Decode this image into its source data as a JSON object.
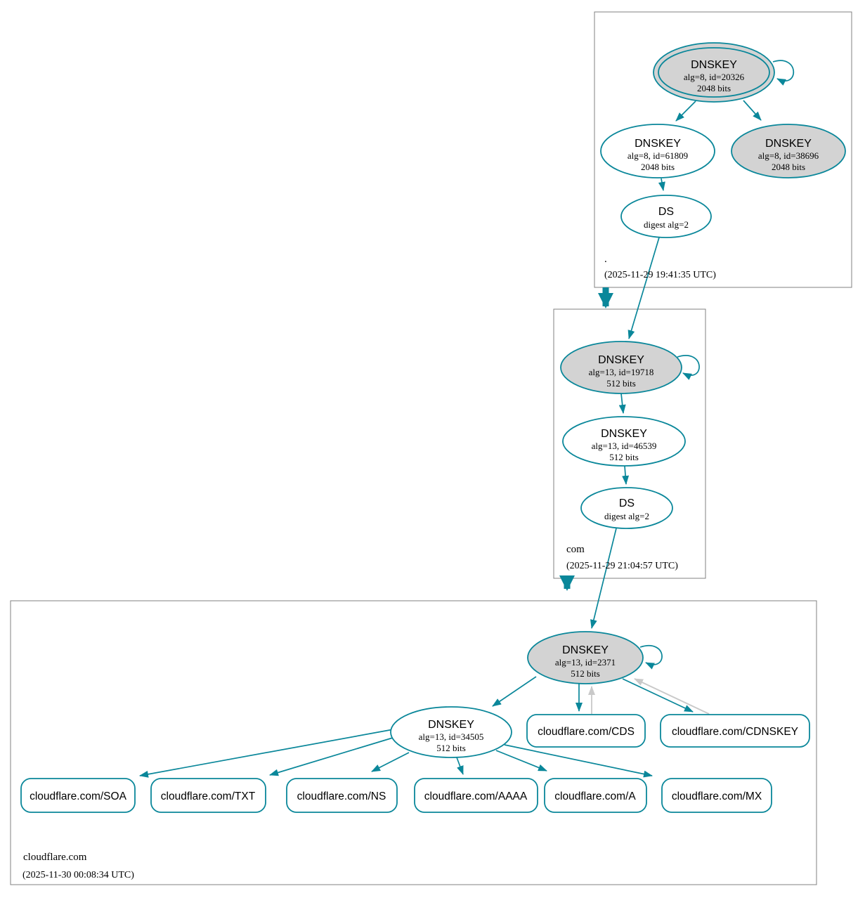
{
  "zones": {
    "root": {
      "name": ".",
      "timestamp": "(2025-11-29 19:41:35 UTC)",
      "ksk": {
        "title": "DNSKEY",
        "detail": "alg=8, id=20326",
        "bits": "2048 bits"
      },
      "zsk": {
        "title": "DNSKEY",
        "detail": "alg=8, id=61809",
        "bits": "2048 bits"
      },
      "ksk2": {
        "title": "DNSKEY",
        "detail": "alg=8, id=38696",
        "bits": "2048 bits"
      },
      "ds": {
        "title": "DS",
        "detail": "digest alg=2"
      }
    },
    "com": {
      "name": "com",
      "timestamp": "(2025-11-29 21:04:57 UTC)",
      "ksk": {
        "title": "DNSKEY",
        "detail": "alg=13, id=19718",
        "bits": "512 bits"
      },
      "zsk": {
        "title": "DNSKEY",
        "detail": "alg=13, id=46539",
        "bits": "512 bits"
      },
      "ds": {
        "title": "DS",
        "detail": "digest alg=2"
      }
    },
    "cloudflare": {
      "name": "cloudflare.com",
      "timestamp": "(2025-11-30 00:08:34 UTC)",
      "ksk": {
        "title": "DNSKEY",
        "detail": "alg=13, id=2371",
        "bits": "512 bits"
      },
      "zsk": {
        "title": "DNSKEY",
        "detail": "alg=13, id=34505",
        "bits": "512 bits"
      },
      "cds": {
        "label": "cloudflare.com/CDS"
      },
      "cdnskey": {
        "label": "cloudflare.com/CDNSKEY"
      },
      "rrsets": [
        {
          "label": "cloudflare.com/SOA"
        },
        {
          "label": "cloudflare.com/TXT"
        },
        {
          "label": "cloudflare.com/NS"
        },
        {
          "label": "cloudflare.com/AAAA"
        },
        {
          "label": "cloudflare.com/A"
        },
        {
          "label": "cloudflare.com/MX"
        }
      ]
    }
  },
  "colors": {
    "secure_teal": "#0a879a",
    "ksk_fill_gray": "#d3d3d3",
    "gray_arrow": "#c9c9c9",
    "box_border": "#808080"
  }
}
